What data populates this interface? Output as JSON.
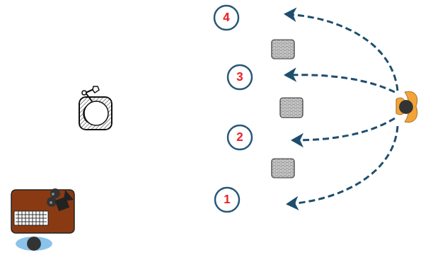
{
  "diagram": {
    "nodes": [
      {
        "text": [
          "4"
        ]
      },
      {
        "text": [
          "3"
        ]
      },
      {
        "text": [
          "2"
        ]
      },
      {
        "text": [
          "1"
        ]
      }
    ]
  }
}
